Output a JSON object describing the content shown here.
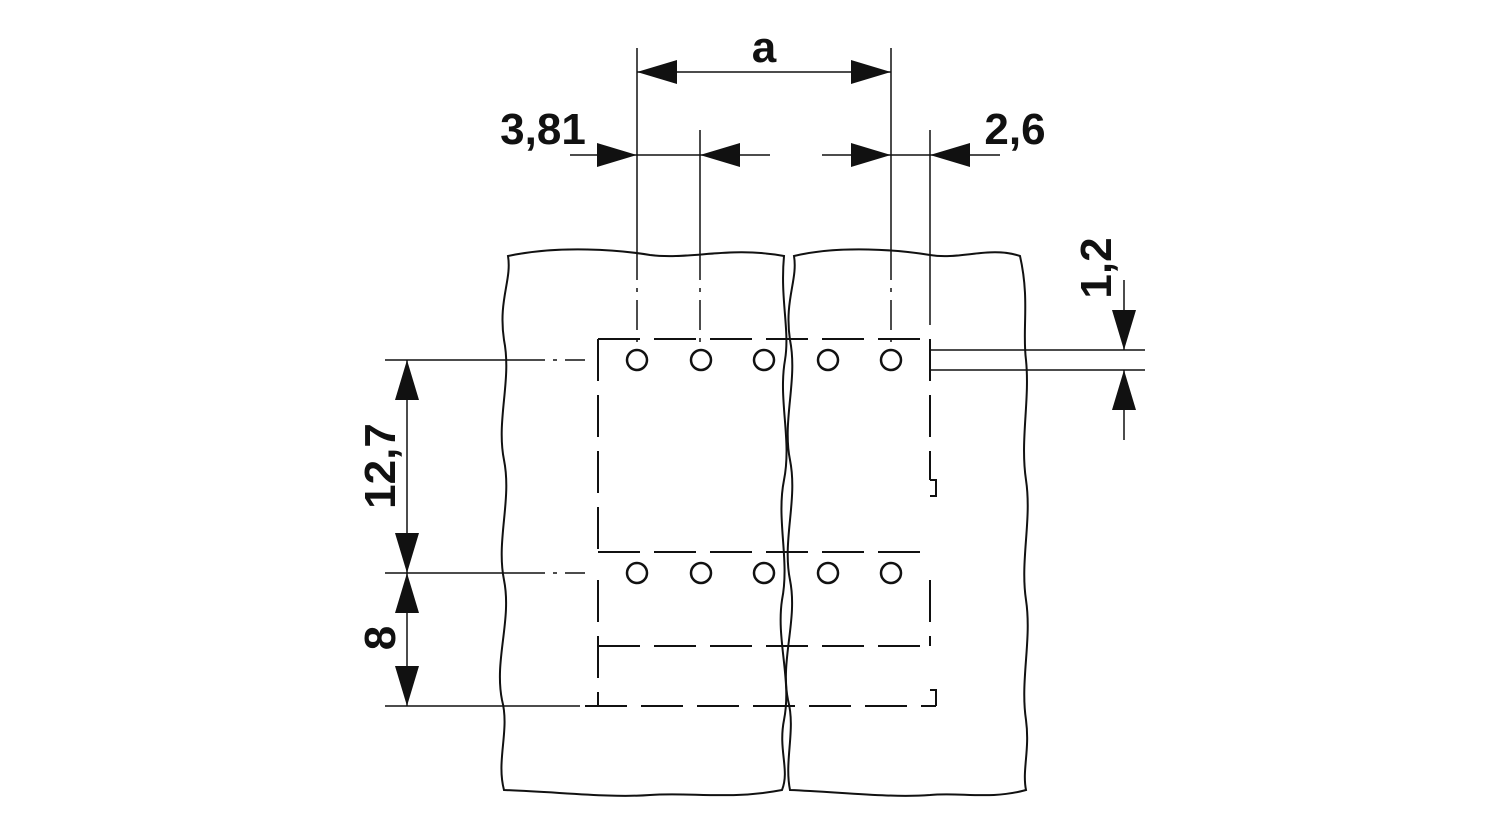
{
  "dimensions": {
    "top_width": "a",
    "left_offset": "3,81",
    "right_offset": "2,6",
    "hole_diameter": "1,2",
    "row_spacing": "12,7",
    "bottom_offset": "8"
  },
  "colors": {
    "line": "#111111",
    "background": "#ffffff"
  }
}
